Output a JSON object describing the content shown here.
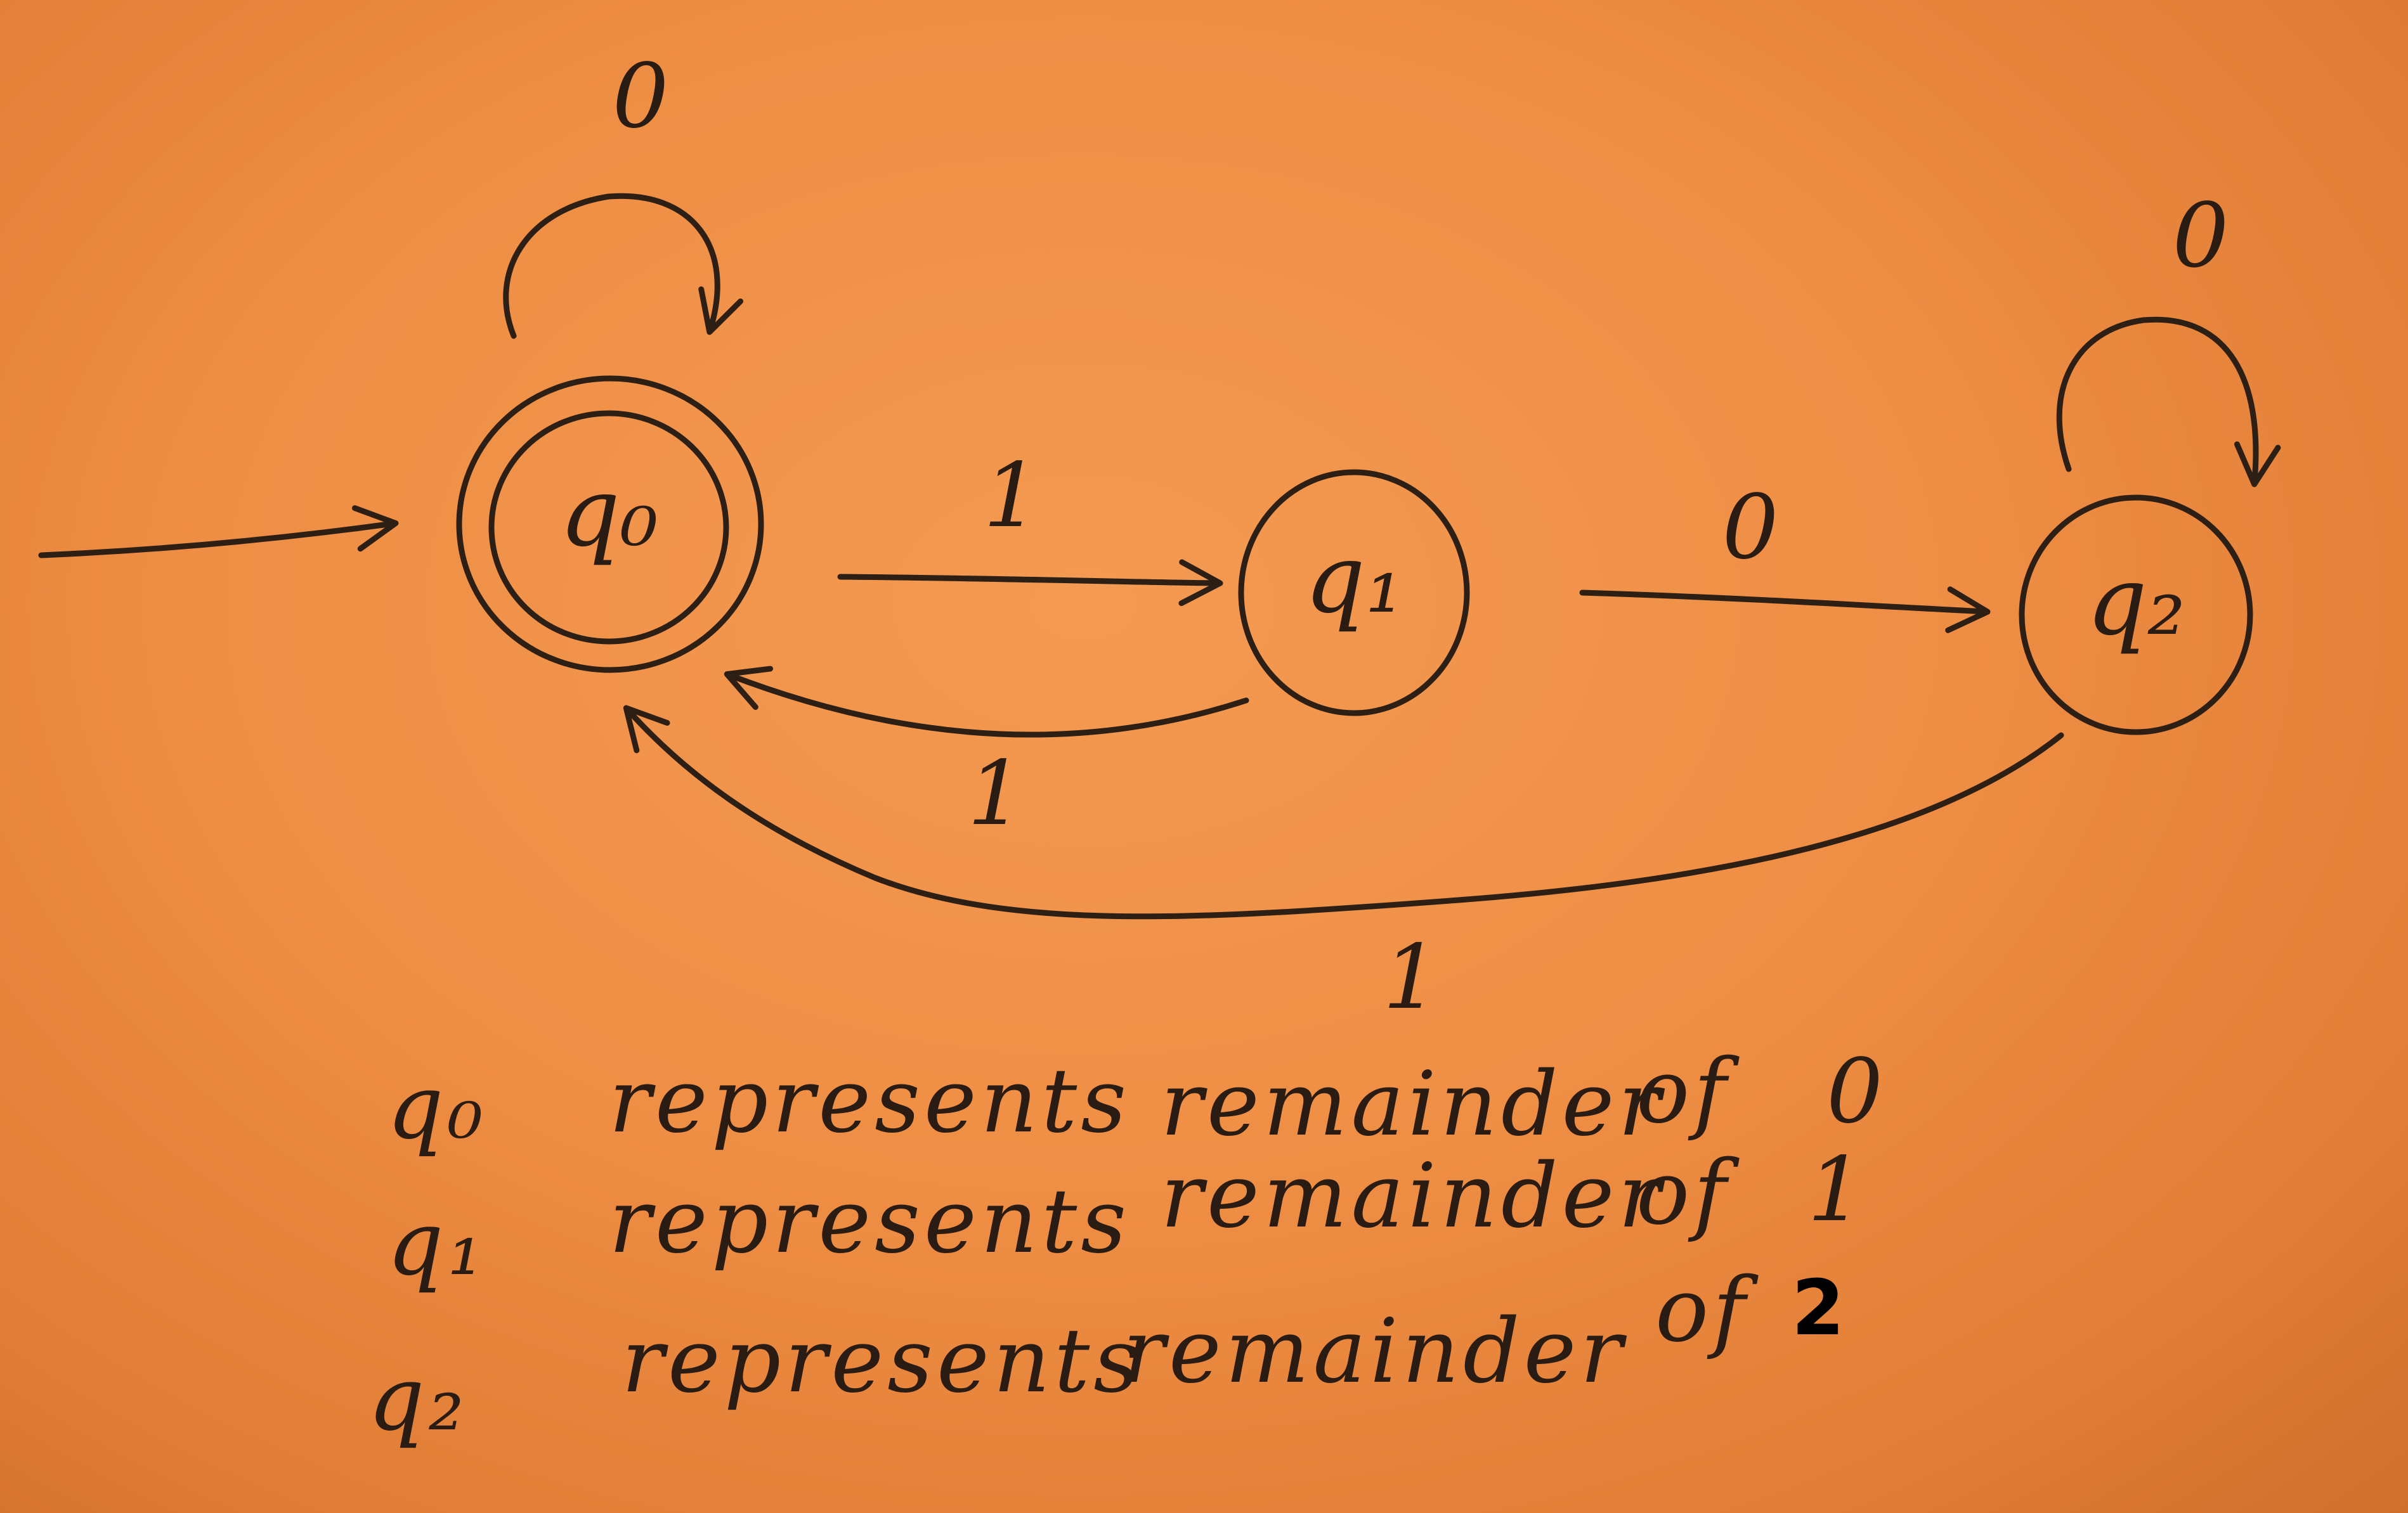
{
  "states": [
    {
      "id": "q0",
      "label": "q₀",
      "accepting": true,
      "start": true
    },
    {
      "id": "q1",
      "label": "q₁",
      "accepting": false,
      "start": false
    },
    {
      "id": "q2",
      "label": "q₂",
      "accepting": false,
      "start": false
    }
  ],
  "transitions": [
    {
      "from": "q0",
      "to": "q0",
      "symbol": "0"
    },
    {
      "from": "q0",
      "to": "q1",
      "symbol": "1"
    },
    {
      "from": "q1",
      "to": "q0",
      "symbol": "1"
    },
    {
      "from": "q1",
      "to": "q2",
      "symbol": "0"
    },
    {
      "from": "q2",
      "to": "q2",
      "symbol": "0"
    },
    {
      "from": "q2",
      "to": "q0",
      "symbol": "1"
    }
  ],
  "legend": [
    {
      "state": "q₀",
      "text": "represents",
      "remainder": "remainder",
      "of": "of",
      "value": "0"
    },
    {
      "state": "q₁",
      "text": "represents",
      "remainder": "remainder",
      "of": "of",
      "value": "1"
    },
    {
      "state": "q₂",
      "text": "represents",
      "remainder": "remainder",
      "of": "of",
      "value": "2"
    }
  ],
  "colors": {
    "paper": "#ef8e45",
    "ink": "#2e1f14"
  }
}
